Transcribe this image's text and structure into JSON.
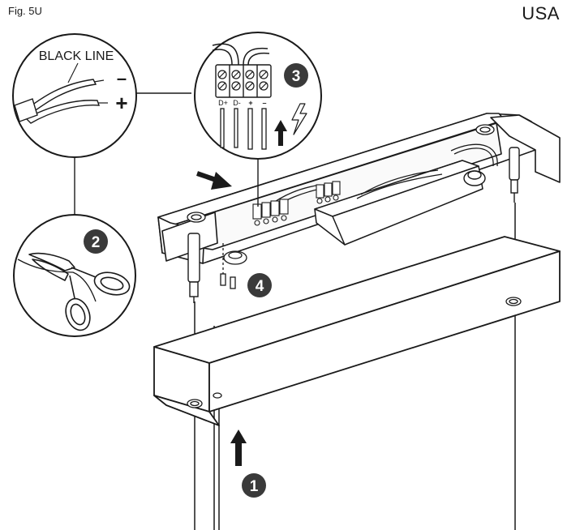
{
  "header": {
    "figure_label": "Fig. 5U",
    "region_label": "USA"
  },
  "callouts": {
    "wire_detail": {
      "title": "BLACK LINE",
      "minus_symbol": "–",
      "plus_symbol": "+"
    },
    "terminal_detail": {
      "terminal_labels": [
        "D+",
        "D-",
        "+",
        "–"
      ]
    }
  },
  "steps": [
    {
      "number": "1"
    },
    {
      "number": "2"
    },
    {
      "number": "3"
    },
    {
      "number": "4"
    }
  ],
  "colors": {
    "line": "#1a1a1a",
    "step_badge": "#3a3a3a",
    "wire_fill": "#ffffff"
  }
}
